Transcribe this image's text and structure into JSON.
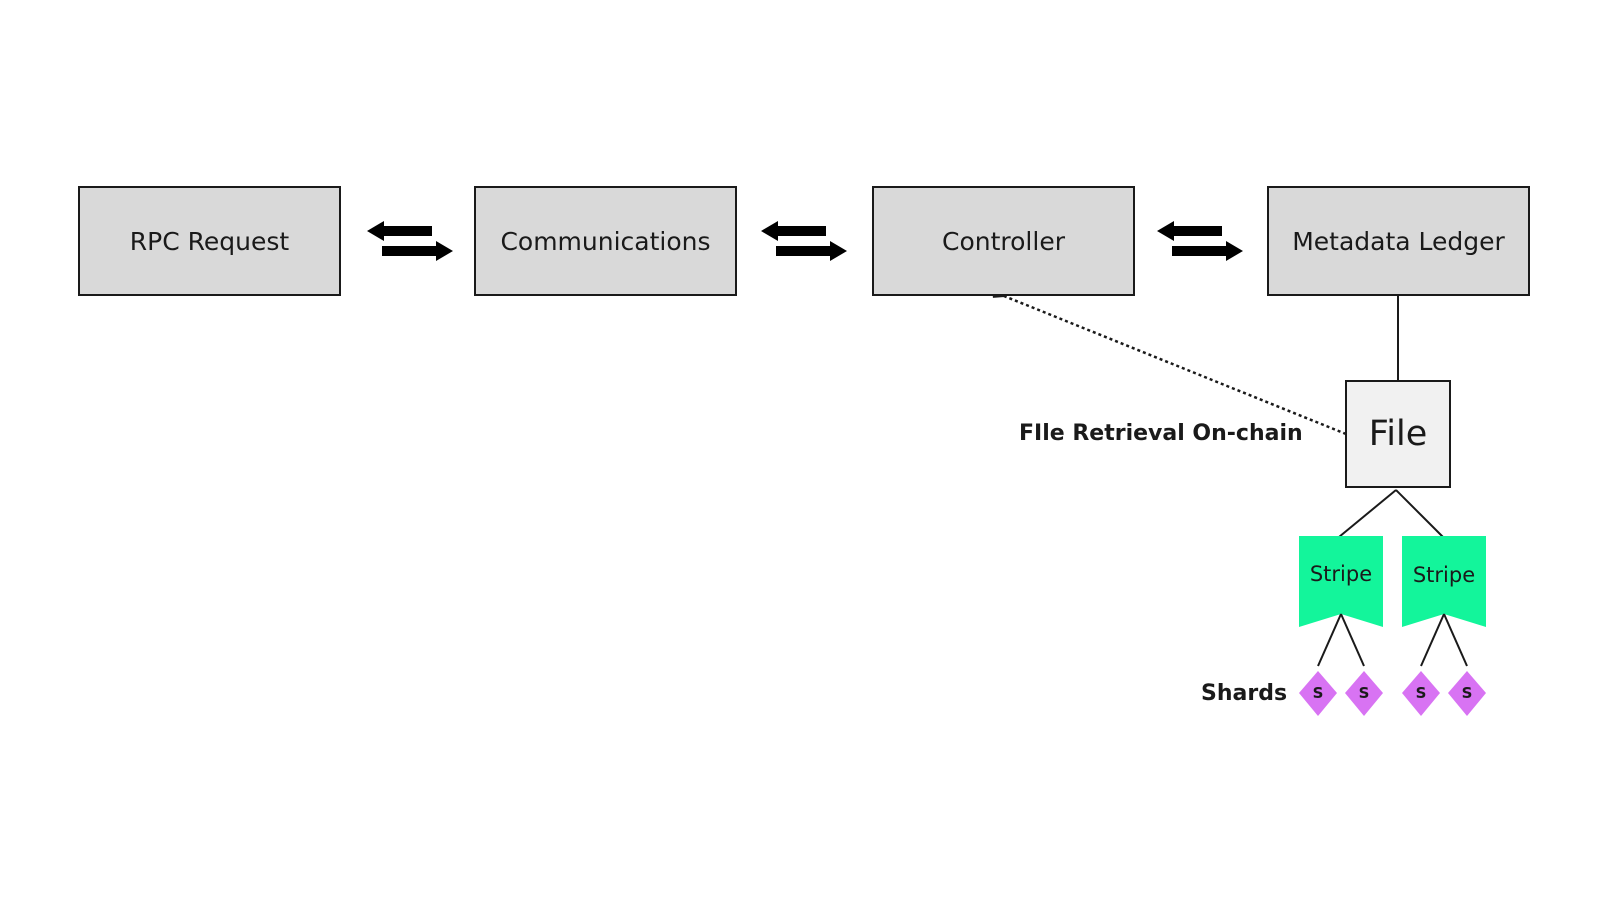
{
  "nodes": {
    "rpc_request": "RPC Request",
    "communications": "Communications",
    "controller": "Controller",
    "metadata_ledger": "Metadata Ledger",
    "file": "File",
    "stripes": [
      "Stripe",
      "Stripe"
    ],
    "shards": [
      "S",
      "S",
      "S",
      "S"
    ]
  },
  "labels": {
    "retrieval": "FIle Retrieval On-chain",
    "shards": "Shards"
  },
  "colors": {
    "box_fill": "#d9d9d9",
    "file_fill": "#f1f1f1",
    "stripe": "#13f59b",
    "shard": "#d873f3",
    "stroke": "#1a1a1a"
  }
}
